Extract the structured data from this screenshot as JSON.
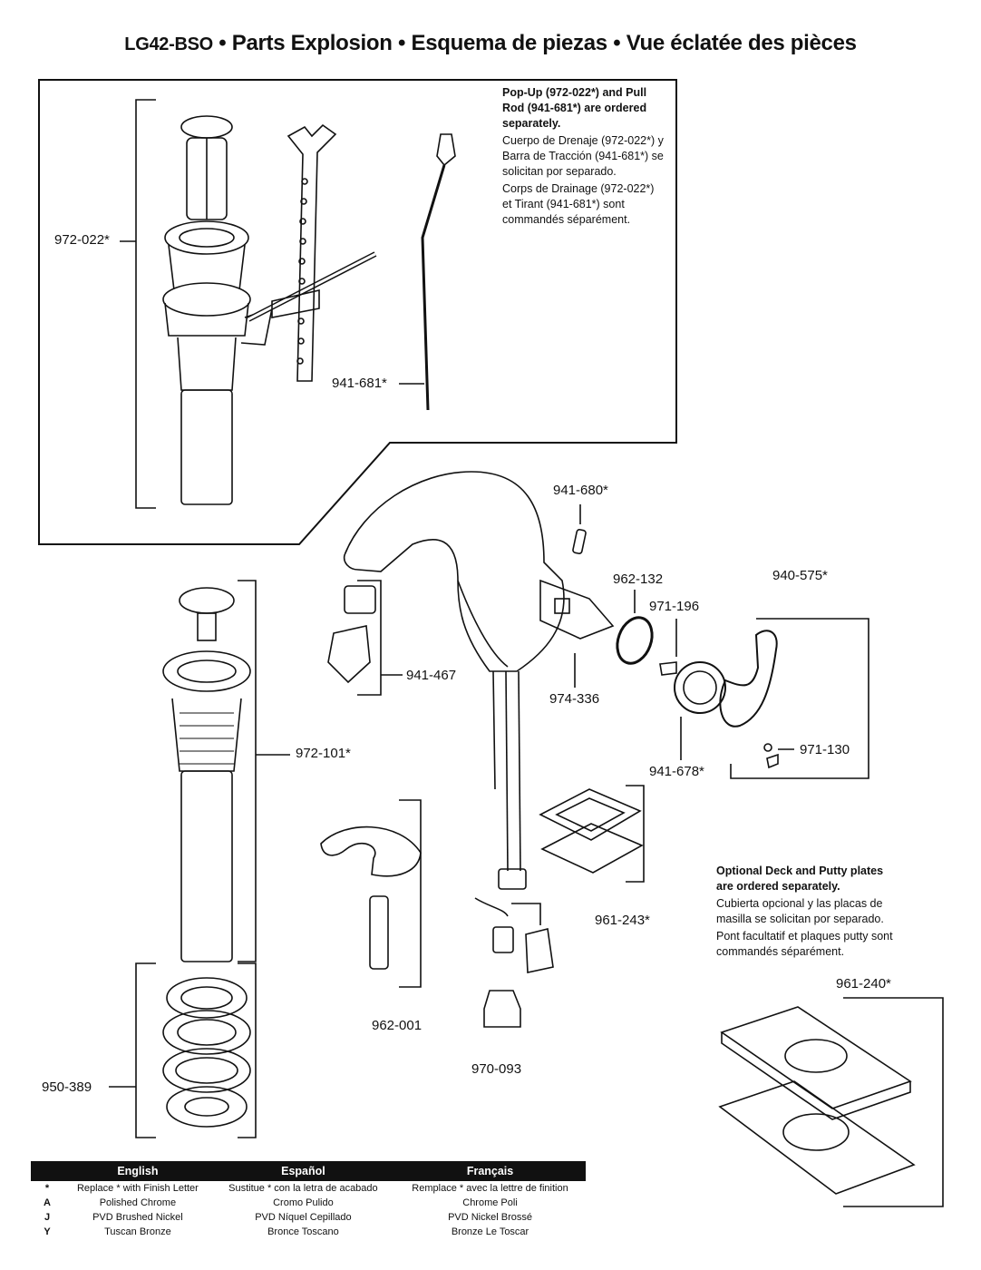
{
  "title": {
    "model": "LG42-BSO",
    "sep": "•",
    "en": "Parts Explosion",
    "es": "Esquema de piezas",
    "fr": "Vue éclatée des pièces"
  },
  "parts": {
    "p972_022": "972-022*",
    "p941_681": "941-681*",
    "p941_680": "941-680*",
    "p962_132": "962-132",
    "p940_575": "940-575*",
    "p971_196": "971-196",
    "p941_467": "941-467",
    "p974_336": "974-336",
    "p972_101": "972-101*",
    "p971_130": "971-130",
    "p941_678": "941-678*",
    "p961_243": "961-243*",
    "p962_001": "962-001",
    "p970_093": "970-093",
    "p950_389": "950-389",
    "p961_240": "961-240*"
  },
  "notes": {
    "popup": {
      "en": "Pop-Up (972-022*) and Pull Rod (941-681*) are ordered separately.",
      "es": "Cuerpo de Drenaje (972-022*) y Barra de Tracción (941-681*) se solicitan por separado.",
      "fr": "Corps de Drainage (972-022*) et Tirant (941-681*) sont commandés séparément."
    },
    "deck": {
      "en": "Optional Deck and Putty plates are ordered separately.",
      "es": "Cubierta opcional y las placas de masilla se solicitan por separado.",
      "fr": "Pont facultatif et plaques putty sont commandés séparément."
    }
  },
  "legend": {
    "headers": [
      "English",
      "Español",
      "Français"
    ],
    "rows": [
      {
        "code": "*",
        "en": "Replace * with Finish Letter",
        "es": "Sustitue * con la letra de acabado",
        "fr": "Remplace * avec la lettre de finition"
      },
      {
        "code": "A",
        "en": "Polished Chrome",
        "es": "Cromo Pulido",
        "fr": "Chrome Poli"
      },
      {
        "code": "J",
        "en": "PVD Brushed Nickel",
        "es": "PVD Níquel Cepillado",
        "fr": "PVD Nickel Brossé"
      },
      {
        "code": "Y",
        "en": "Tuscan Bronze",
        "es": "Bronce Toscano",
        "fr": "Bronze Le Toscar"
      }
    ]
  }
}
